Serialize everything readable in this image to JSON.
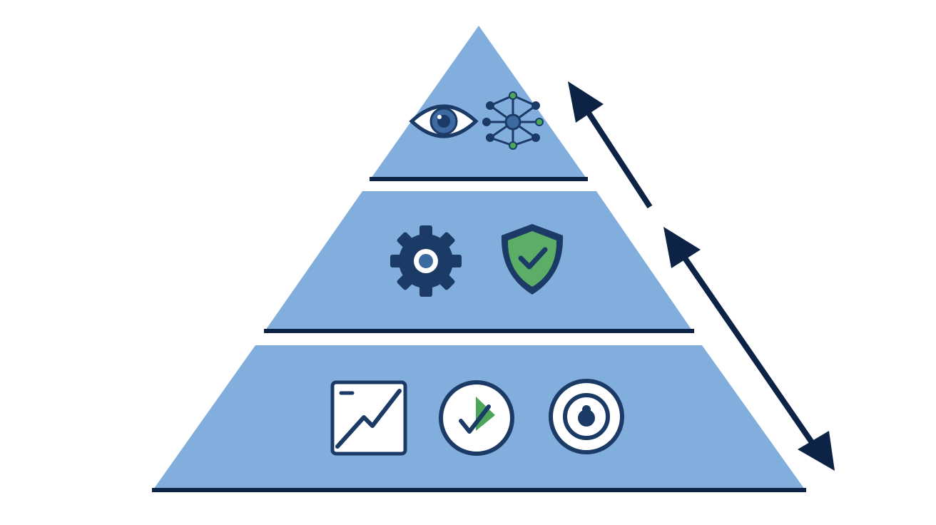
{
  "diagram": {
    "type": "pyramid",
    "tiers": [
      {
        "level": "top",
        "icons": [
          "eye-icon",
          "network-nodes-icon"
        ]
      },
      {
        "level": "middle",
        "icons": [
          "gear-icon",
          "shield-check-icon"
        ]
      },
      {
        "level": "bottom",
        "icons": [
          "line-chart-icon",
          "check-circle-icon",
          "target-icon"
        ]
      }
    ],
    "arrows": [
      "upper-double-arrow",
      "lower-double-arrow"
    ],
    "text_labels": []
  },
  "colors": {
    "tier_fill": "#82aede",
    "tier_outline": "#0d2346",
    "icon_dark": "#1b3a66",
    "icon_medium": "#3d6aa0",
    "accent_green": "#4ba55a",
    "shield_fill": "#5cae66",
    "icon_white": "#ffffff",
    "background": "#ffffff"
  }
}
